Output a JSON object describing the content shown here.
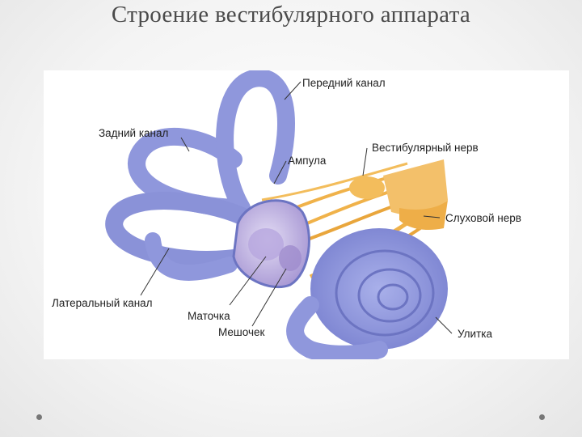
{
  "slide": {
    "title": "Строение вестибулярного аппарата"
  },
  "diagram": {
    "labels": {
      "anterior_canal": "Передний канал",
      "posterior_canal": "Задний канал",
      "ampulla": "Ампула",
      "vestibular_nerve": "Вестибулярный нерв",
      "auditory_nerve": "Слуховой нерв",
      "lateral_canal": "Латеральный канал",
      "utricle": "Маточка",
      "saccule": "Мешочек",
      "cochlea": "Улитка"
    },
    "colors": {
      "labyrinth": "#8f97dc",
      "labyrinth_dark": "#6c74c2",
      "nerve": "#f0b24a",
      "vestibule": "#c8b8e6",
      "background": "#ffffff"
    }
  }
}
